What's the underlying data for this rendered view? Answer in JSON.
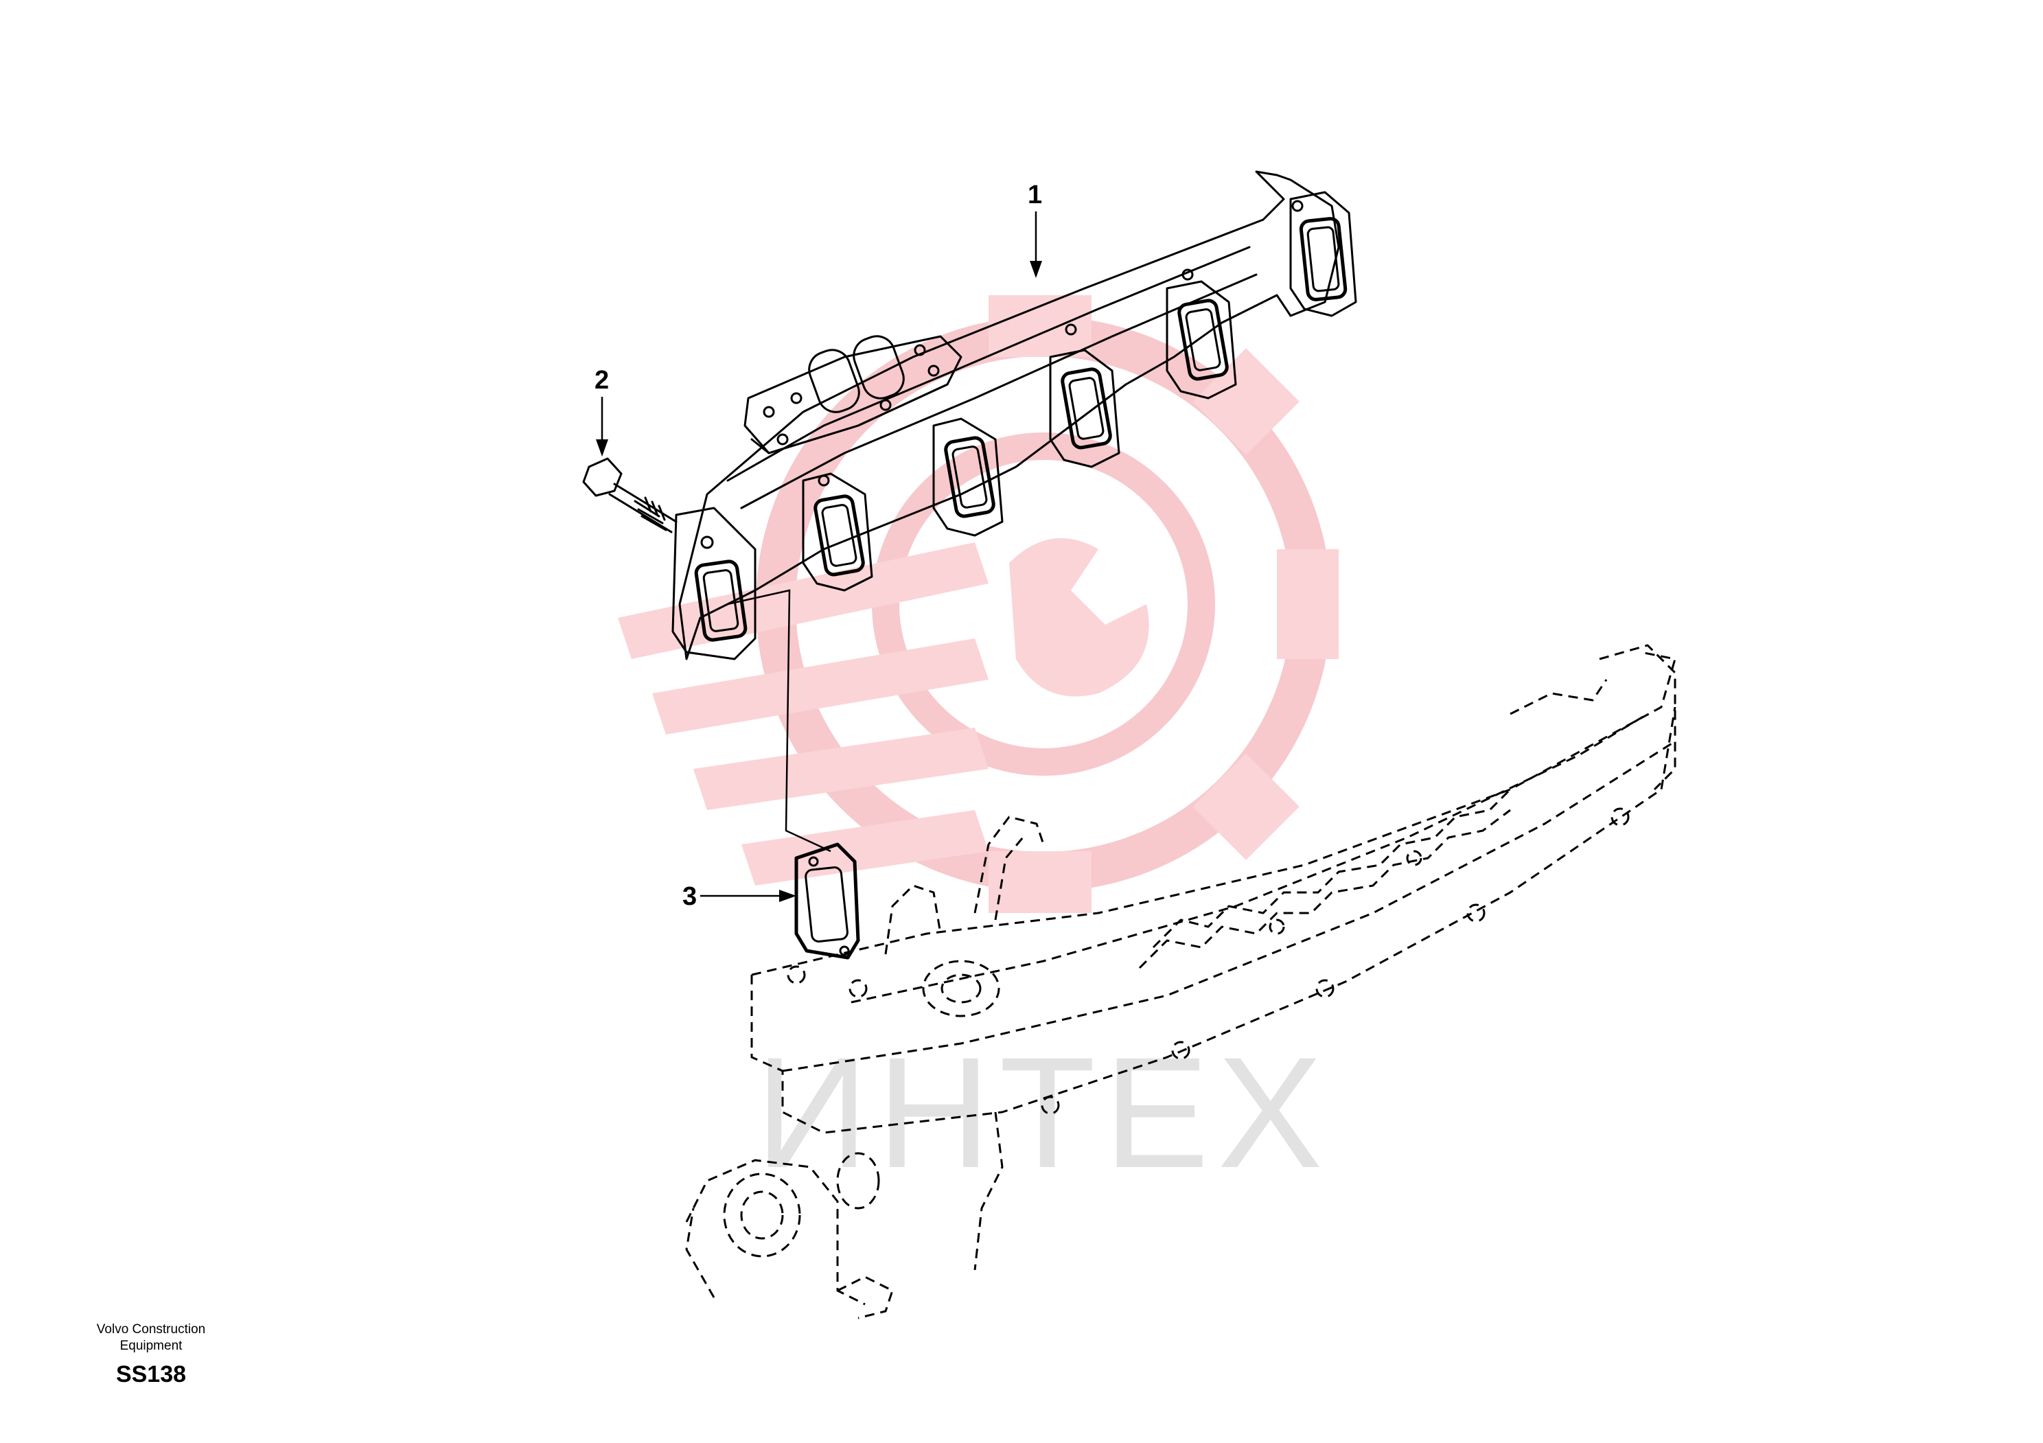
{
  "diagram": {
    "callouts": [
      {
        "id": "1",
        "text": "1",
        "target": "exhaust manifold"
      },
      {
        "id": "2",
        "text": "2",
        "target": "flange screw"
      },
      {
        "id": "3",
        "text": "3",
        "target": "gasket"
      }
    ],
    "watermark": {
      "text": "ИНТЕХ",
      "color": "#f7c8cc",
      "text_color": "#e2e2e2"
    }
  },
  "footer": {
    "maker_line1": "Volvo Construction",
    "maker_line2": "Equipment",
    "sheet_code": "SS138"
  },
  "colors": {
    "ink": "#000000",
    "background": "#ffffff"
  }
}
